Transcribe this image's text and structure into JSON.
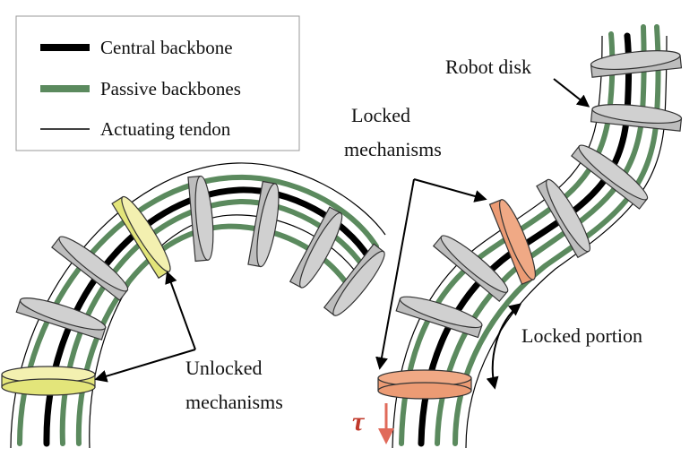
{
  "legend": {
    "items": [
      {
        "label": "Central backbone",
        "style": "thick-black"
      },
      {
        "label": "Passive backbones",
        "style": "thick-green"
      },
      {
        "label": "Actuating tendon",
        "style": "thin-black"
      }
    ]
  },
  "annotations": {
    "robot_disk": "Robot disk",
    "locked_line1": "Locked",
    "locked_line2": "mechanisms",
    "unlocked_line1": "Unlocked",
    "unlocked_line2": "mechanisms",
    "locked_portion": "Locked portion",
    "torque_symbol": "τ"
  },
  "colors": {
    "central_backbone": "#000000",
    "passive_backbone": "#5b8a5e",
    "tendon": "#000000",
    "disk_gray": "#bdbdbd",
    "disk_gray_edge": "#9e9e9e",
    "unlocked_disk": "#e3e57a",
    "unlocked_disk_light": "#f3f0b0",
    "locked_disk": "#ec9b74",
    "torque_arrow": "#e06a5a",
    "torque_text": "#c0392b"
  }
}
